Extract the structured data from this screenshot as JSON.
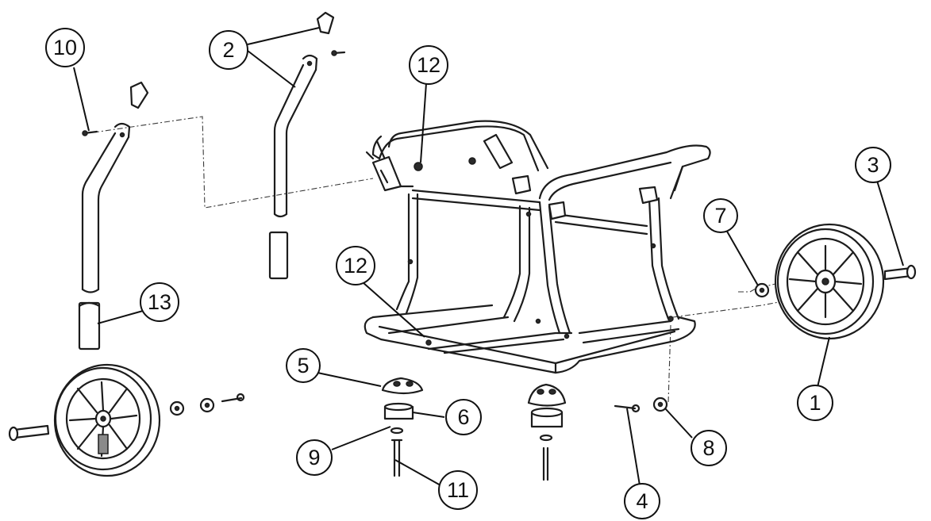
{
  "callouts": [
    {
      "id": "10",
      "label": "10"
    },
    {
      "id": "2",
      "label": "2"
    },
    {
      "id": "12-top",
      "label": "12"
    },
    {
      "id": "3",
      "label": "3"
    },
    {
      "id": "7",
      "label": "7"
    },
    {
      "id": "12-bottom",
      "label": "12"
    },
    {
      "id": "13",
      "label": "13"
    },
    {
      "id": "5",
      "label": "5"
    },
    {
      "id": "6",
      "label": "6"
    },
    {
      "id": "9",
      "label": "9"
    },
    {
      "id": "11",
      "label": "11"
    },
    {
      "id": "1",
      "label": "1"
    },
    {
      "id": "8",
      "label": "8"
    },
    {
      "id": "4",
      "label": "4"
    }
  ],
  "colors": {
    "line": "#1c1c1c",
    "background": "#ffffff"
  }
}
